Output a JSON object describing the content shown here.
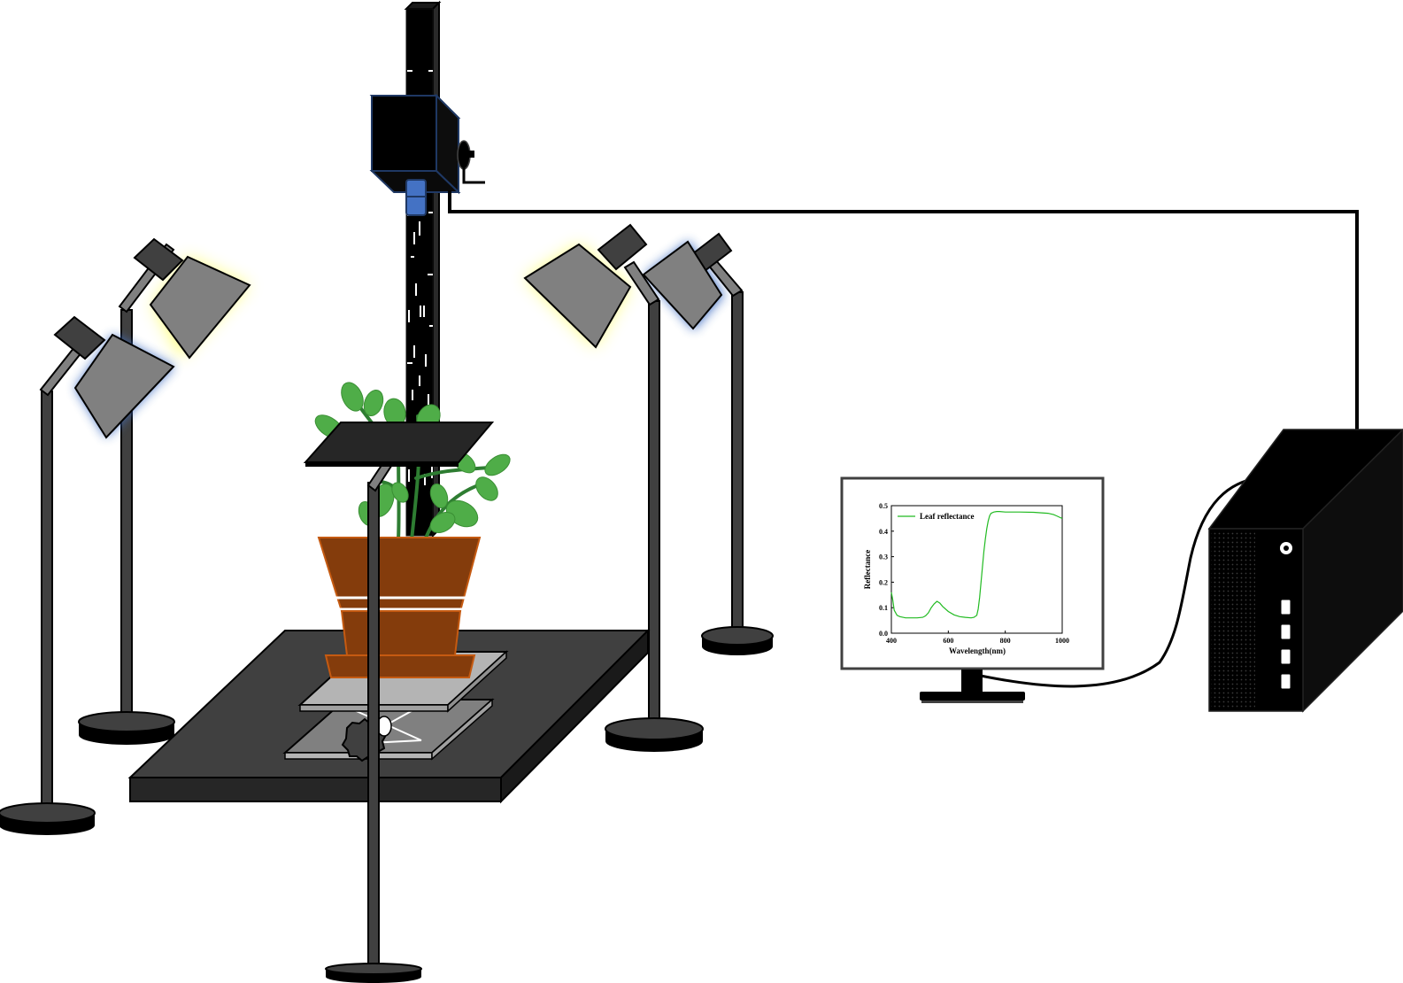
{
  "colors": {
    "dark": "#000000",
    "table": "#404040",
    "gray": "#808080",
    "light_gray": "#b4b4b4",
    "pot": "#843c0c",
    "pot_outline": "#c55a11",
    "leaf": "#4fad48",
    "stem": "#2e7d32",
    "lens_blue": "#4472c4",
    "glow_yellow": "#ffff80",
    "glow_blue": "#4472c4",
    "spectrum_line": "#22bb22"
  },
  "monitor": {
    "chart_data": {
      "type": "line",
      "title": "",
      "xlabel": "Wavelength(nm)",
      "ylabel": "Reflectance",
      "xlim": [
        400,
        1000
      ],
      "ylim": [
        0.0,
        0.5
      ],
      "xticks": [
        "400",
        "600",
        "800",
        "1000"
      ],
      "yticks": [
        "0.0",
        "0.1",
        "0.2",
        "0.3",
        "0.4",
        "0.5"
      ],
      "legend_position": "top-left",
      "series": [
        {
          "name": "Leaf reflectance",
          "color": "#22bb22",
          "x": [
            400,
            405,
            410,
            420,
            430,
            450,
            470,
            490,
            510,
            520,
            530,
            540,
            550,
            560,
            570,
            580,
            600,
            620,
            640,
            660,
            680,
            690,
            700,
            705,
            710,
            715,
            720,
            725,
            730,
            735,
            740,
            745,
            750,
            760,
            770,
            780,
            800,
            850,
            900,
            950,
            970,
            980,
            990,
            1000
          ],
          "y": [
            0.16,
            0.13,
            0.09,
            0.07,
            0.065,
            0.06,
            0.06,
            0.06,
            0.062,
            0.068,
            0.08,
            0.1,
            0.115,
            0.125,
            0.118,
            0.105,
            0.085,
            0.072,
            0.065,
            0.062,
            0.06,
            0.062,
            0.07,
            0.095,
            0.14,
            0.2,
            0.26,
            0.32,
            0.37,
            0.41,
            0.44,
            0.46,
            0.47,
            0.475,
            0.477,
            0.477,
            0.475,
            0.475,
            0.474,
            0.47,
            0.465,
            0.46,
            0.455,
            0.45
          ]
        }
      ]
    }
  }
}
